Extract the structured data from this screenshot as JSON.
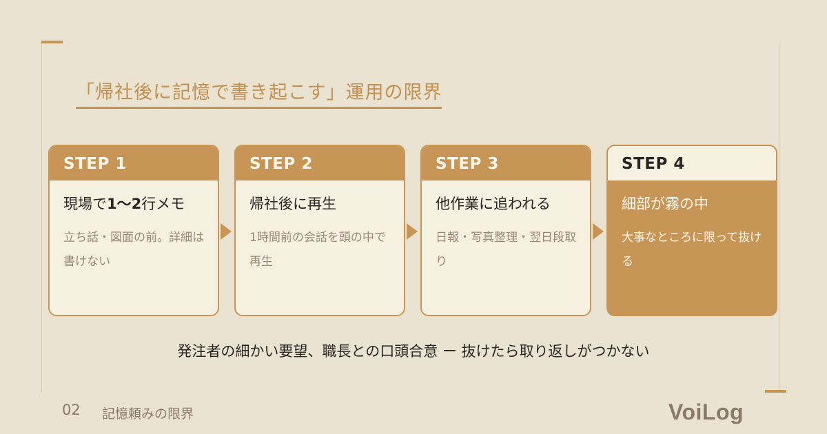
{
  "title": "「帰社後に記憶で書き起こす」運用の限界",
  "steps": [
    {
      "label": "STEP 1",
      "title_pre": "現場で",
      "title_bold": "1〜2",
      "title_post": "行メモ",
      "desc": "立ち話・図面の前。詳細は書けない"
    },
    {
      "label": "STEP 2",
      "title_pre": "帰社後に再生",
      "title_bold": "",
      "title_post": "",
      "desc": "1時間前の会話を頭の中で再生"
    },
    {
      "label": "STEP 3",
      "title_pre": "他作業に追われる",
      "title_bold": "",
      "title_post": "",
      "desc": "日報・写真整理・翌日段取り"
    },
    {
      "label": "STEP 4",
      "title_pre": "細部が霧の中",
      "title_bold": "",
      "title_post": "",
      "desc": "大事なところに限って抜ける"
    }
  ],
  "summary": "発注者の細かい要望、職長との口頭合意 ー 抜けたら取り返しがつかない",
  "footer": {
    "number": "02",
    "label": "記憶頼みの限界"
  },
  "logo": "VoiLog",
  "colors": {
    "background": "#ebe3d2",
    "accent": "#c79556",
    "card": "#f6f0e1"
  }
}
